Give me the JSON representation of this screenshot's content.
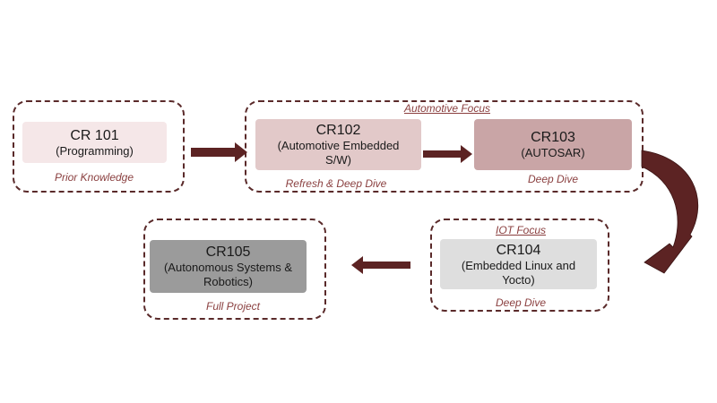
{
  "colors": {
    "dashed_border": "#5a2a2a",
    "arrow": "#5c2323",
    "caption": "#8a3f3f",
    "box_cr101": "#f5e7e8",
    "box_cr102": "#e2c9c9",
    "box_cr103": "#c9a5a6",
    "box_cr104": "#dedede",
    "box_cr105": "#9b9b9b"
  },
  "groups": {
    "prior": {
      "caption": "Prior Knowledge"
    },
    "automotive": {
      "focus_title": "Automotive Focus",
      "caption_left": "Refresh & Deep Dive",
      "caption_right": "Deep Dive"
    },
    "iot": {
      "focus_title": "IOT Focus",
      "caption": "Deep Dive"
    },
    "project": {
      "caption": "Full Project"
    }
  },
  "courses": {
    "cr101": {
      "code": "CR 101",
      "desc": "(Programming)"
    },
    "cr102": {
      "code": "CR102",
      "desc_line1": "(Automotive Embedded",
      "desc_line2": "S/W)"
    },
    "cr103": {
      "code": "CR103",
      "desc": "(AUTOSAR)"
    },
    "cr104": {
      "code": "CR104",
      "desc_line1": "(Embedded Linux and",
      "desc_line2": "Yocto)"
    },
    "cr105": {
      "code": "CR105",
      "desc_line1": "(Autonomous Systems &",
      "desc_line2": "Robotics)"
    }
  }
}
